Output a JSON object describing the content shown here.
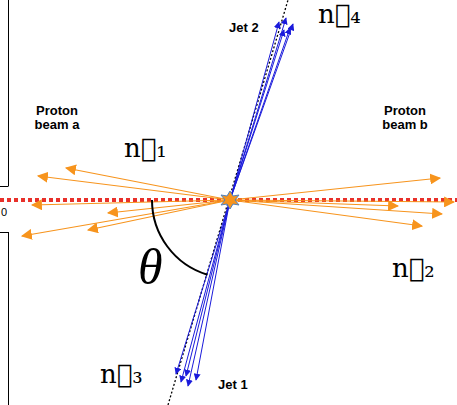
{
  "diagram": {
    "labels": [
      "Jet 2",
      "n⃗₄",
      "Proton beam a",
      "Proton beam b",
      "n⃗₁",
      "0",
      "θ",
      "n⃗₂",
      "n⃗₃",
      "Jet 1"
    ]
  }
}
